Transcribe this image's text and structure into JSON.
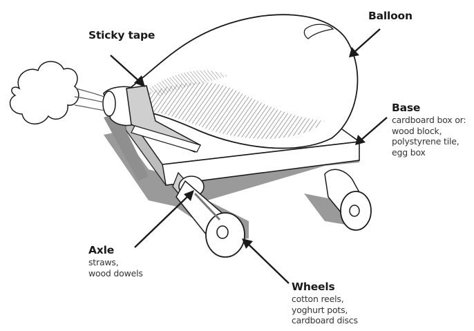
{
  "labels": {
    "balloon": {
      "title": "Balloon"
    },
    "sticky_tape": {
      "title": "Sticky tape"
    },
    "base": {
      "title": "Base",
      "lines": [
        "cardboard box or:",
        "wood block,",
        "polystyrene tile,",
        "egg box"
      ]
    },
    "axle": {
      "title": "Axle",
      "lines": [
        "straws,",
        "wood dowels"
      ]
    },
    "wheels": {
      "title": "Wheels",
      "lines": [
        "cotton reels,",
        "yoghurt pots,",
        "cardboard discs"
      ]
    }
  },
  "colors": {
    "ink": "#1a1a1a",
    "shadow": "#9a9a9a",
    "hatch": "#555555",
    "paper": "#ffffff"
  }
}
